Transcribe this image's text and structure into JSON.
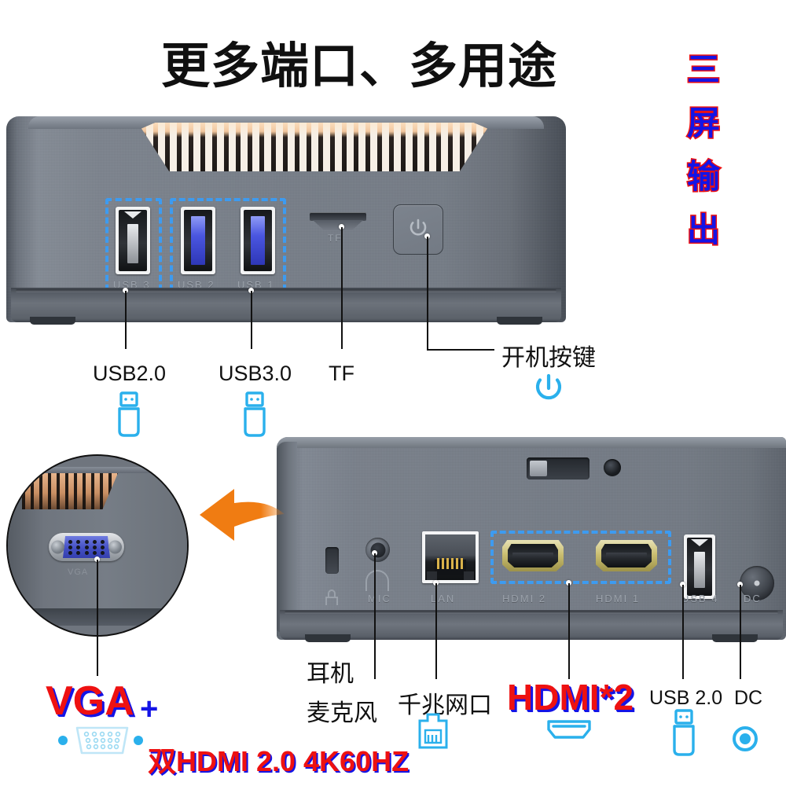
{
  "header": {
    "title": "更多端口、多用途",
    "vertical_text": [
      "三",
      "屏",
      "输",
      "出"
    ],
    "vertical_text_color": "#1414e6",
    "vertical_text_stroke": "#ee1111"
  },
  "front_panel": {
    "silkscreen": [
      "USB 3",
      "USB 2",
      "USB 1"
    ],
    "callouts": [
      {
        "label": "USB2.0",
        "icon": "usb-icon"
      },
      {
        "label": "USB3.0",
        "icon": "usb-icon"
      },
      {
        "label": "TF",
        "icon": ""
      },
      {
        "label": "开机按键",
        "icon": "power-icon"
      }
    ],
    "tf_label": "TF"
  },
  "rear_panel": {
    "silkscreen": [
      "MIC",
      "LAN",
      "HDMI 2",
      "HDMI 1",
      "USB 4",
      "DC"
    ],
    "callouts": [
      {
        "label_line1": "耳机",
        "label_line2": "麦克风"
      },
      {
        "label": "千兆网口",
        "icon": "rj45-icon"
      },
      {
        "label": "HDMI*2",
        "icon": "hdmi-icon"
      },
      {
        "label": "USB 2.0",
        "icon": "usb-icon"
      },
      {
        "label": "DC",
        "icon": "dc-icon"
      }
    ]
  },
  "vga_section": {
    "port_silkscreen": "VGA",
    "title": "VGA",
    "plus": "+",
    "subtitle": "双HDMI 2.0 4K60HZ",
    "icon": "vga-icon"
  },
  "colors": {
    "accent_cyan": "#2ab0ec",
    "highlight_blue": "#3d9bf0",
    "arrow_orange": "#f07c12",
    "red": "#ee1111",
    "blue": "#1414e6",
    "chassis": "#7b828c"
  }
}
